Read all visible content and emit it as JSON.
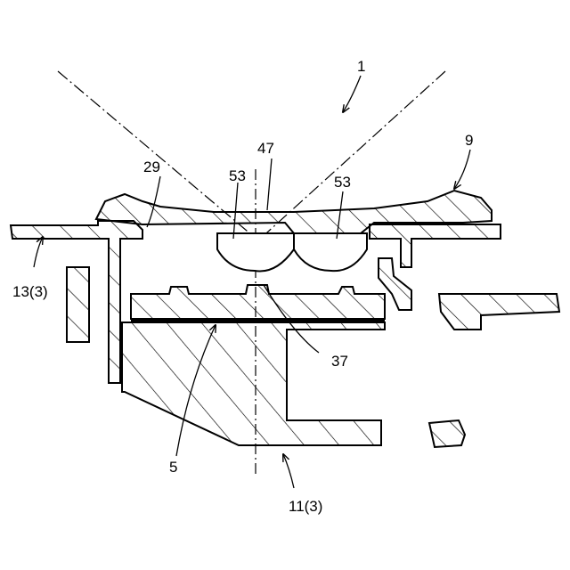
{
  "labels": {
    "assembly": "1",
    "cover": "9",
    "lens_center": "47",
    "lens_left": "53",
    "lens_right": "53",
    "seal": "29",
    "panel": "13(3)",
    "emitter": "37",
    "board": "5",
    "housing": "11(3)"
  },
  "colors": {
    "line": "#000000",
    "background": "#ffffff"
  }
}
